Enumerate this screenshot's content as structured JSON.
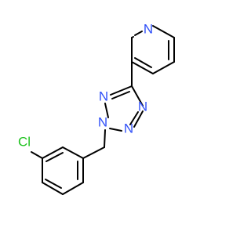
{
  "molecule": {
    "atoms": [
      {
        "symbol": "N",
        "role": "pyridine-nitrogen",
        "color": "#3050f8"
      },
      {
        "symbol": "N",
        "role": "tetrazole-n1",
        "color": "#3050f8"
      },
      {
        "symbol": "N",
        "role": "tetrazole-n2",
        "color": "#3050f8"
      },
      {
        "symbol": "N",
        "role": "tetrazole-n3",
        "color": "#3050f8"
      },
      {
        "symbol": "N",
        "role": "tetrazole-n4",
        "color": "#3050f8"
      },
      {
        "symbol": "Cl",
        "role": "chlorine",
        "color": "#1fc31f"
      }
    ],
    "bond_color": "#000000"
  }
}
